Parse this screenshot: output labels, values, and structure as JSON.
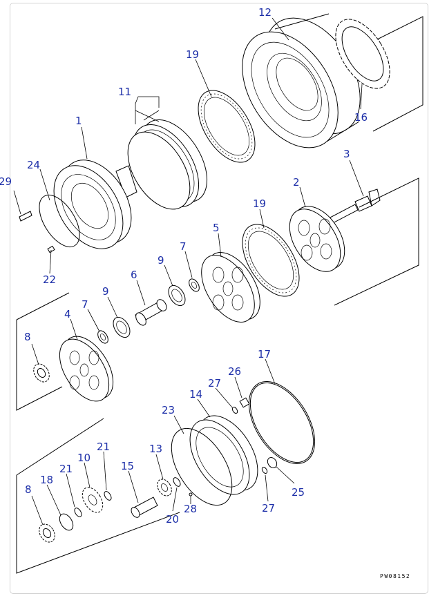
{
  "drawing_code": "PW08152",
  "parts": [
    {
      "key": "p1",
      "label": "1"
    },
    {
      "key": "p2",
      "label": "2"
    },
    {
      "key": "p3",
      "label": "3"
    },
    {
      "key": "p4",
      "label": "4"
    },
    {
      "key": "p5",
      "label": "5"
    },
    {
      "key": "p6",
      "label": "6"
    },
    {
      "key": "p7a",
      "label": "7"
    },
    {
      "key": "p7b",
      "label": "7"
    },
    {
      "key": "p8a",
      "label": "8"
    },
    {
      "key": "p8b",
      "label": "8"
    },
    {
      "key": "p9a",
      "label": "9"
    },
    {
      "key": "p9b",
      "label": "9"
    },
    {
      "key": "p10",
      "label": "10"
    },
    {
      "key": "p11",
      "label": "11"
    },
    {
      "key": "p12",
      "label": "12"
    },
    {
      "key": "p13",
      "label": "13"
    },
    {
      "key": "p14",
      "label": "14"
    },
    {
      "key": "p15",
      "label": "15"
    },
    {
      "key": "p16",
      "label": "16"
    },
    {
      "key": "p17",
      "label": "17"
    },
    {
      "key": "p18",
      "label": "18"
    },
    {
      "key": "p19a",
      "label": "19"
    },
    {
      "key": "p19b",
      "label": "19"
    },
    {
      "key": "p20",
      "label": "20"
    },
    {
      "key": "p21a",
      "label": "21"
    },
    {
      "key": "p21b",
      "label": "21"
    },
    {
      "key": "p22",
      "label": "22"
    },
    {
      "key": "p23",
      "label": "23"
    },
    {
      "key": "p24",
      "label": "24"
    },
    {
      "key": "p25",
      "label": "25"
    },
    {
      "key": "p26",
      "label": "26"
    },
    {
      "key": "p27a",
      "label": "27"
    },
    {
      "key": "p27b",
      "label": "27"
    },
    {
      "key": "p28",
      "label": "28"
    },
    {
      "key": "p29",
      "label": "29"
    }
  ]
}
